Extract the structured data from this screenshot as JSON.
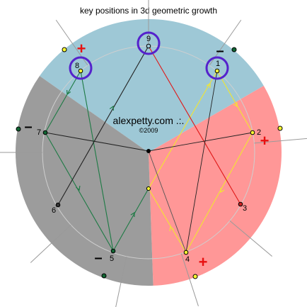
{
  "title": "key positions in 3d geometric growth",
  "watermark": "alexpetty.com .:.",
  "copyright": "©2009",
  "sectors": [
    {
      "name": "blue",
      "color": "#9ec8d6"
    },
    {
      "name": "red",
      "color": "#ff9797"
    },
    {
      "name": "gray",
      "color": "#9c9c9c"
    }
  ],
  "positions": [
    {
      "id": "1",
      "label": "1",
      "label_color": "#000000",
      "dot_color": "#ffff33",
      "highlighted": true
    },
    {
      "id": "2",
      "label": "2",
      "label_color": "#000000",
      "dot_color": "#ffff33",
      "highlighted": false
    },
    {
      "id": "3",
      "label": "3",
      "label_color": "#e81010",
      "dot_color": "#cc2222",
      "highlighted": false
    },
    {
      "id": "4",
      "label": "4",
      "label_color": "#000000",
      "dot_color": "#ffff33",
      "highlighted": false
    },
    {
      "id": "5",
      "label": "5",
      "label_color": "#000000",
      "dot_color": "#116633",
      "highlighted": false
    },
    {
      "id": "6",
      "label": "6",
      "label_color": "#1f5fb0",
      "dot_color": "#333333",
      "highlighted": false
    },
    {
      "id": "7",
      "label": "7",
      "label_color": "#000000",
      "dot_color": "#116633",
      "highlighted": false
    },
    {
      "id": "8",
      "label": "8",
      "label_color": "#000000",
      "dot_color": "#ffff33",
      "highlighted": true
    },
    {
      "id": "9",
      "label": "9",
      "label_color": "#1f5fb0",
      "dot_color": "#9ec8d6",
      "highlighted": true
    }
  ],
  "signs": {
    "plus": "+",
    "minus": "–"
  },
  "colors": {
    "yellow_path": "#f2e630",
    "green_path": "#1d7a44",
    "red_path": "#e01818",
    "black_path": "#222222",
    "highlight_ring": "#5522cc"
  }
}
